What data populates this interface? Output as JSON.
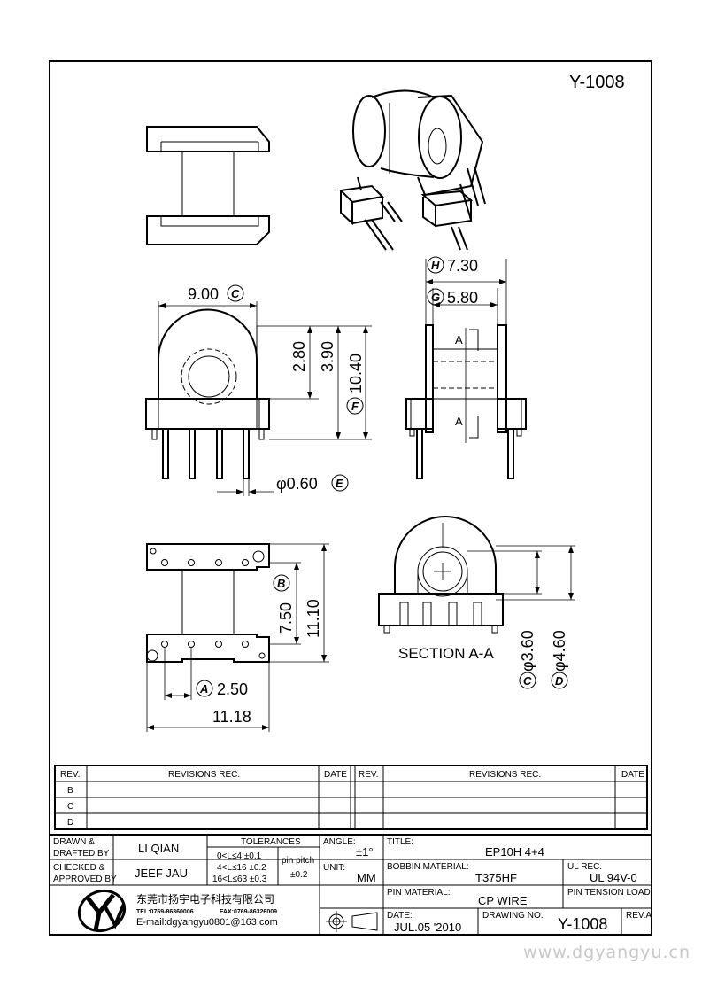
{
  "header": {
    "code": "Y-1008"
  },
  "dimensions": {
    "h": "7.30",
    "h_tag": "H",
    "g": "5.80",
    "g_tag": "G",
    "c_width": "9.00",
    "c_tag": "C",
    "d280": "2.80",
    "d390": "3.90",
    "f": "10.40",
    "f_tag": "F",
    "e": "φ0.60",
    "e_tag": "E",
    "b": "7.50",
    "b_tag": "B",
    "d1110": "11.10",
    "a": "2.50",
    "a_tag": "A",
    "d1118": "11.18",
    "c2": "φ3.60",
    "c2_tag": "C",
    "d2": "φ4.60",
    "d2_tag": "D",
    "section_mark": "A"
  },
  "section_label": "SECTION A-A",
  "revisions": {
    "rev_header": "REV.",
    "rec_header": "REVISIONS    REC.",
    "date_header": "DATE",
    "rows": [
      "B",
      "C",
      "D"
    ]
  },
  "title_block": {
    "drawn_label_1": "DRAWN &",
    "drawn_label_2": "DRAFTED BY",
    "drawn_by": "LI QIAN",
    "checked_label_1": "CHECKED &",
    "checked_label_2": "APPROVED BY",
    "checked_by": "JEEF JAU",
    "tolerances_label": "TOLERANCES",
    "tol_1": "0<L≤4   ±0.1",
    "tol_2": "4<L≤16  ±0.2",
    "tol_3": "16<L≤63  ±0.3",
    "pin_pitch_label": "pin pitch",
    "pin_pitch_value": "±0.2",
    "angle_label": "ANGLE:",
    "angle_value": "±1°",
    "unit_label": "UNIT:",
    "unit_value": "MM",
    "title_label": "TITLE:",
    "title_value": "EP10H  4+4",
    "bobbin_label": "BOBBIN MATERIAL:",
    "bobbin_value": "T375HF",
    "ul_label": "UL REC.",
    "ul_value": "UL 94V-0",
    "pin_material_label": "PIN MATERIAL:",
    "pin_material_value": "CP WIRE",
    "pin_tension_label": "PIN TENSION LOAD:",
    "date_label": "DATE:",
    "date_value": "JUL.05 '2010",
    "drawing_no_label": "DRAWING NO.",
    "drawing_no_value": "Y-1008",
    "rev_label": "REV.A",
    "company_cn": "东莞市扬宇电子科技有限公司",
    "company_tel": "TEL:0769-86360006",
    "company_fax": "FAX:0769-86326009",
    "company_email": "E-mail:dgyangyu0801@163.com"
  },
  "watermark": "www.dgyangyu.cn"
}
